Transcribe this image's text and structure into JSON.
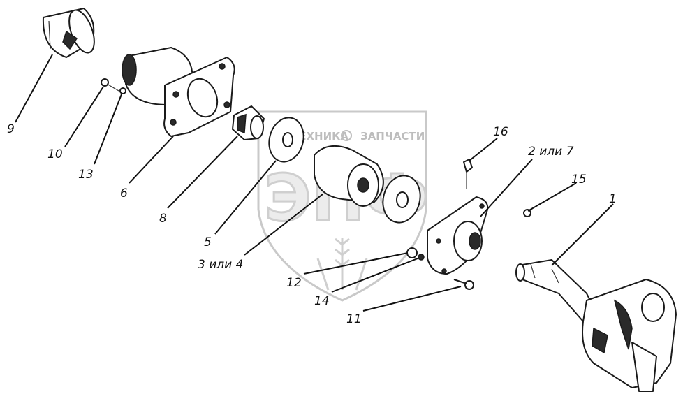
{
  "watermark": {
    "brand_left": "ТЕХНИКА",
    "brand_right": "ЗАПЧАСТИ",
    "logo": "ЭПФ"
  },
  "callouts": {
    "c1": "1",
    "c2": "2 или 7",
    "c3": "3 или 4",
    "c5": "5",
    "c6": "6",
    "c8": "8",
    "c9": "9",
    "c10": "10",
    "c11": "11",
    "c12": "12",
    "c13": "13",
    "c14": "14",
    "c15": "15",
    "c16": "16"
  },
  "colors": {
    "ink": "#1a1a1a",
    "watermark": "#c9c9c9"
  }
}
